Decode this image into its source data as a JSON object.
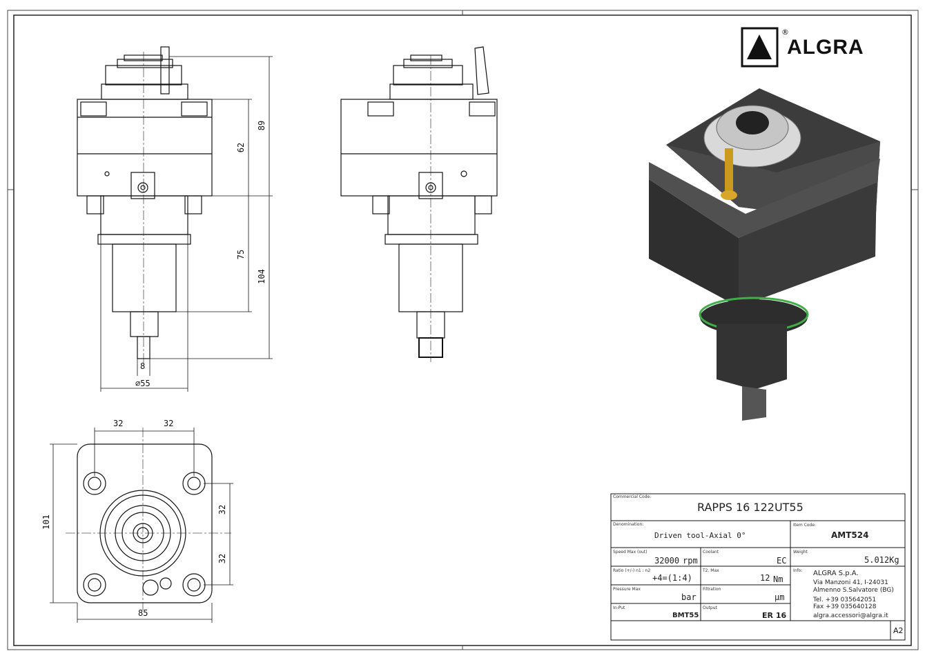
{
  "brand": {
    "name": "ALGRA",
    "registered": "®"
  },
  "dimensions": {
    "front_height_total": "89",
    "front_height_upper": "62",
    "front_height_lower": "75",
    "front_height_bottom": "104",
    "shaft_width": "8",
    "diameter": "∅55",
    "bottom_top_left": "32",
    "bottom_top_right": "32",
    "bottom_height": "101",
    "bottom_right_upper": "32",
    "bottom_right_lower": "32",
    "bottom_width": "85"
  },
  "title_block": {
    "commercial_code_label": "Commercial Code:",
    "commercial_code": "RAPPS 16 122UT55",
    "denomination_label": "Denomination:",
    "denomination": "Driven tool-Axial 0°",
    "item_code_label": "Item Code:",
    "item_code": "AMT524",
    "speed_label": "Speed Max (out)",
    "speed_value": "32000",
    "speed_unit": "rpm",
    "coolant_label": "Coolant",
    "coolant_value": "EC",
    "weight_label": "Weight",
    "weight_value": "5.012Kg",
    "ratio_label": "Ratio (+/-) n1 : n2",
    "ratio_value": "+4=(1:4)",
    "torque_label": "T2. Max",
    "torque_value": "12",
    "torque_unit": "Nm",
    "info_label": "Info:",
    "company": "ALGRA S.p.A.",
    "address1": "Via Manzoni 41, I-24031",
    "address2": "Almenno S.Salvatore (BG)",
    "tel": "Tel. +39 035642051",
    "fax": "Fax +39 035640128",
    "email": "algra.accessori@algra.it",
    "pressure_label": "Pressure Max",
    "pressure_unit": "bar",
    "filtration_label": "Filtration",
    "filtration_unit": "µm",
    "input_label": "In-Put",
    "input_value": "BMT55",
    "output_label": "Output",
    "output_value": "ER 16",
    "sheet_size": "A2"
  }
}
